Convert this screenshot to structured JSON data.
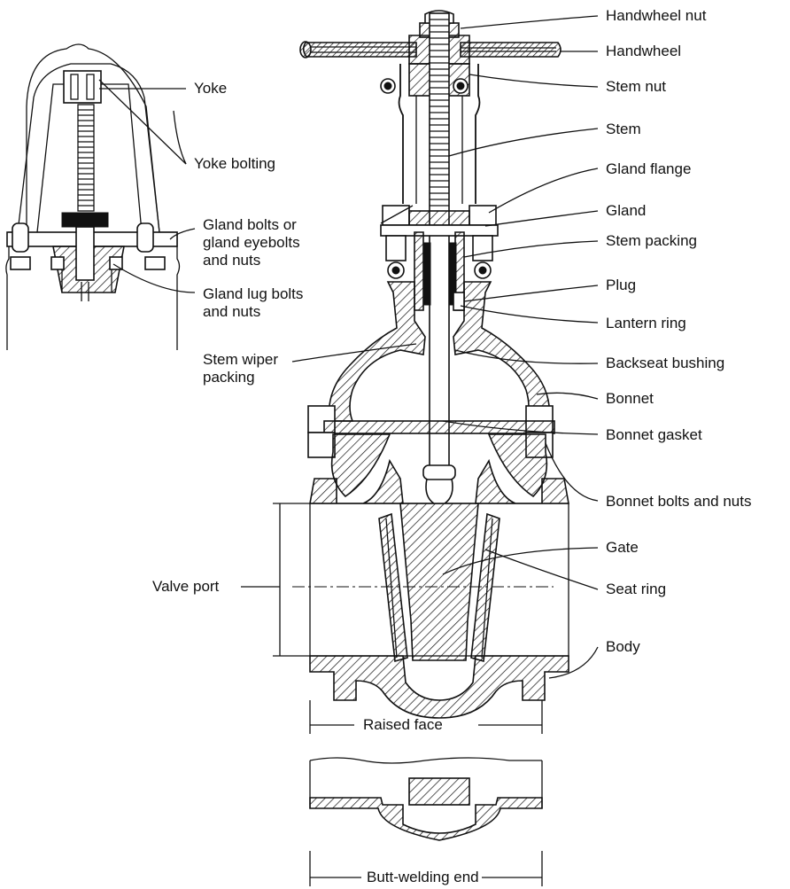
{
  "labels": {
    "handwheel_nut": "Handwheel nut",
    "handwheel": "Handwheel",
    "stem_nut": "Stem nut",
    "stem": "Stem",
    "gland_flange": "Gland flange",
    "gland": "Gland",
    "stem_packing": "Stem packing",
    "plug": "Plug",
    "lantern_ring": "Lantern ring",
    "backseat_bushing": "Backseat bushing",
    "bonnet": "Bonnet",
    "bonnet_gasket": "Bonnet gasket",
    "bonnet_bolts_and_nuts": "Bonnet bolts and nuts",
    "gate": "Gate",
    "seat_ring": "Seat ring",
    "body": "Body",
    "yoke": "Yoke",
    "yoke_bolting": "Yoke bolting",
    "gland_bolts": "Gland bolts or\ngland eyebolts\nand nuts",
    "gland_lug_bolts": "Gland lug bolts\nand nuts",
    "stem_wiper_packing": "Stem wiper\npacking",
    "valve_port": "Valve port",
    "raised_face": "Raised face",
    "butt_welding_end": "Butt-welding end"
  }
}
